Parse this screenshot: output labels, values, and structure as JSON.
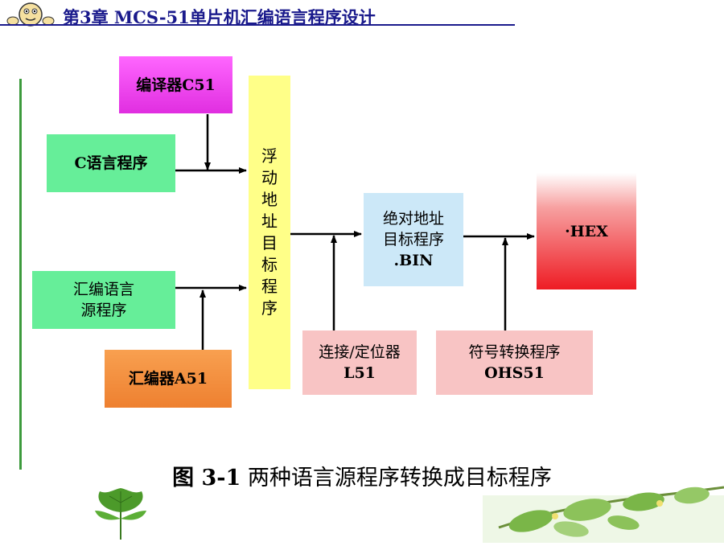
{
  "header": {
    "title": "第3章  MCS-51单片机汇编语言程序设计"
  },
  "diagram": {
    "compiler_c51": "编译器C51",
    "c_program": "C语言程序",
    "asm_source_line1": "汇编语言",
    "asm_source_line2": "源程序",
    "assembler_a51": "汇编器A51",
    "relocatable_obj": [
      "浮",
      "动",
      "地",
      "址",
      "目",
      "标",
      "程",
      "序"
    ],
    "linker_line1": "连接/定位器",
    "linker_line2": "L51",
    "absolute_obj_line1": "绝对地址",
    "absolute_obj_line2": "目标程序",
    "absolute_obj_line3": ".BIN",
    "symbol_conv_line1": "符号转换程序",
    "symbol_conv_line2": "OHS51",
    "hex": "·HEX"
  },
  "caption": {
    "figure_no": "图 3-1",
    "text": " 两种语言源程序转换成目标程序"
  },
  "colors": {
    "compiler": "#ee44ee",
    "green_box": "#66ee99",
    "assembler": "#f29040",
    "yellow_box": "#ffff88",
    "pink_box": "#f8c4c4",
    "blue_box": "#cce8f8",
    "hex_red": "#ee1c24",
    "title_blue": "#1a1a8c"
  }
}
